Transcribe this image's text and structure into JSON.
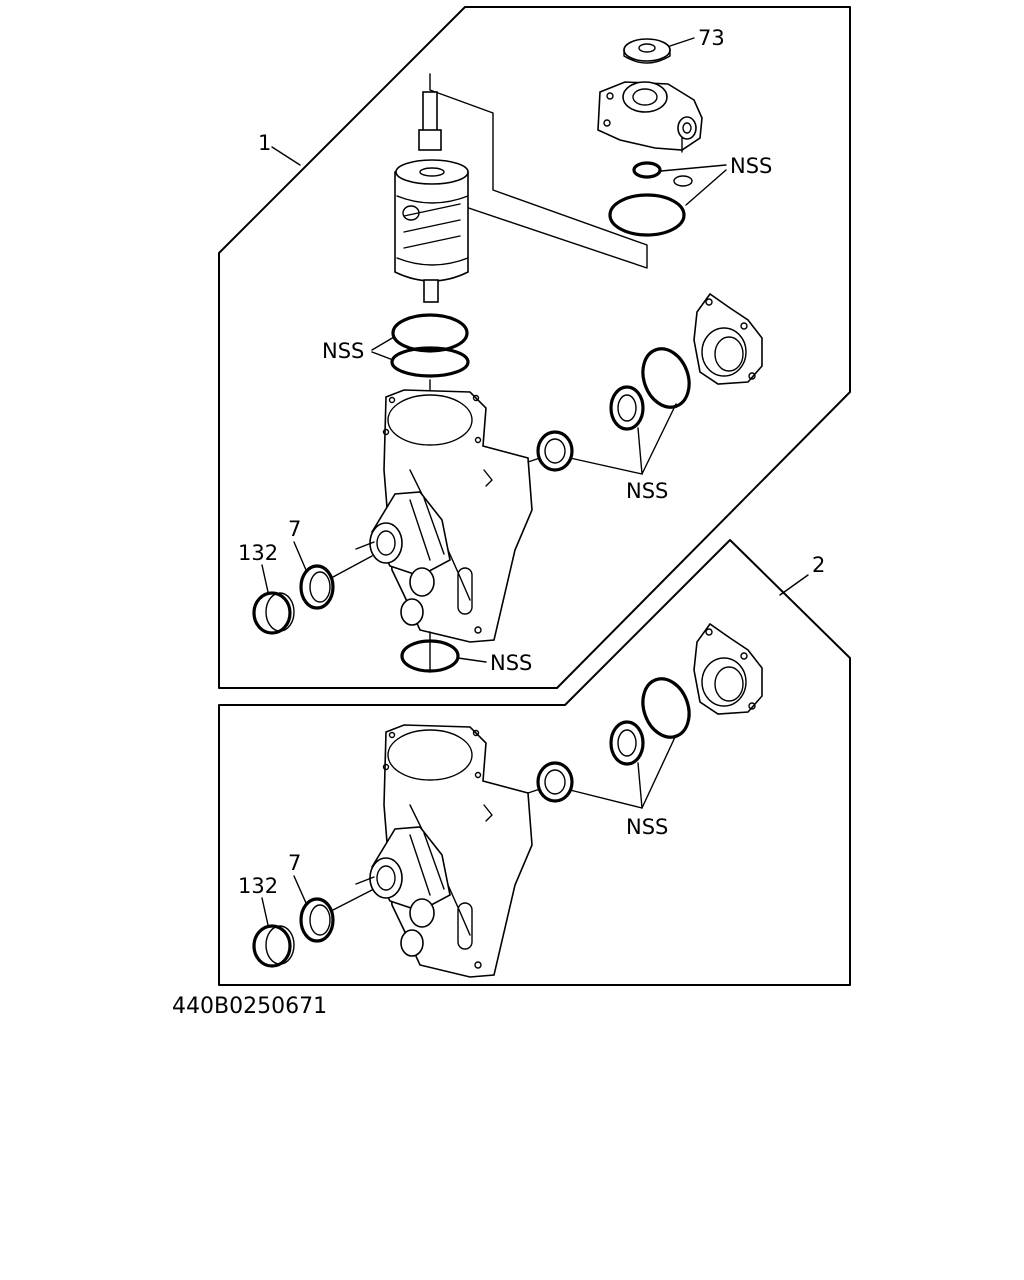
{
  "labels": {
    "group1": "1",
    "group2": "2",
    "part73": "73",
    "part7_a": "7",
    "part132_a": "132",
    "part7_b": "7",
    "part132_b": "132",
    "nss_top": "NSS",
    "nss_left": "NSS",
    "nss_mid": "NSS",
    "nss_bottom": "NSS",
    "nss_lower": "NSS"
  },
  "figure_code": "440B0250671"
}
